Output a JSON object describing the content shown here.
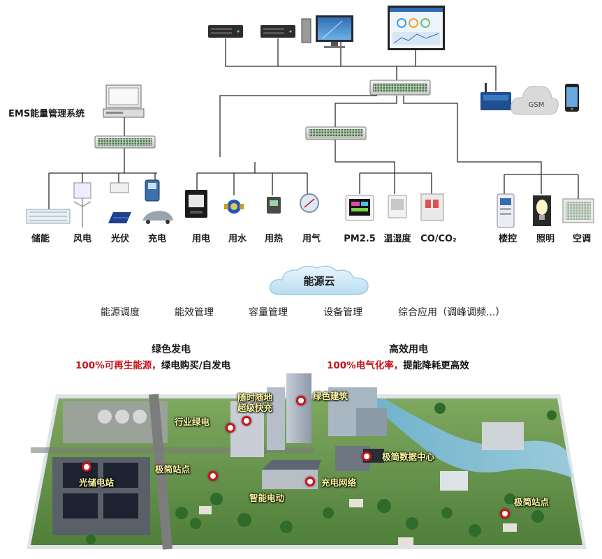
{
  "system": {
    "ems_label": "EMS能量管理系统",
    "gsm_label": "GSM"
  },
  "groups": [
    {
      "items": [
        "储能",
        "风电",
        "光伏",
        "充电"
      ]
    },
    {
      "items": [
        "用电",
        "用水",
        "用热",
        "用气"
      ]
    },
    {
      "items": [
        "PM2.5",
        "温湿度",
        "CO/CO₂"
      ]
    },
    {
      "items": [
        "楼控",
        "照明",
        "空调"
      ]
    }
  ],
  "cloud": {
    "label": "能源云"
  },
  "services": [
    "能源调度",
    "能效管理",
    "容量管理",
    "设备管理",
    "综合应用（调峰调频...）"
  ],
  "sections": {
    "left": {
      "title": "绿色发电",
      "highlight": "100%可再生能源，",
      "rest": "绿电购买/自发电"
    },
    "right": {
      "title": "高效用电",
      "highlight": "100%电气化率，",
      "rest": "提能降耗更高效"
    }
  },
  "pins": [
    {
      "label": "光储电站"
    },
    {
      "label": "极简站点"
    },
    {
      "label": "行业绿电"
    },
    {
      "label": "随时随地"
    },
    {
      "label": "超级快充"
    },
    {
      "label": "绿色建筑"
    },
    {
      "label": "极简数据中心"
    },
    {
      "label": "充电网络"
    },
    {
      "label": "智能电动"
    },
    {
      "label": "极简站点"
    }
  ]
}
